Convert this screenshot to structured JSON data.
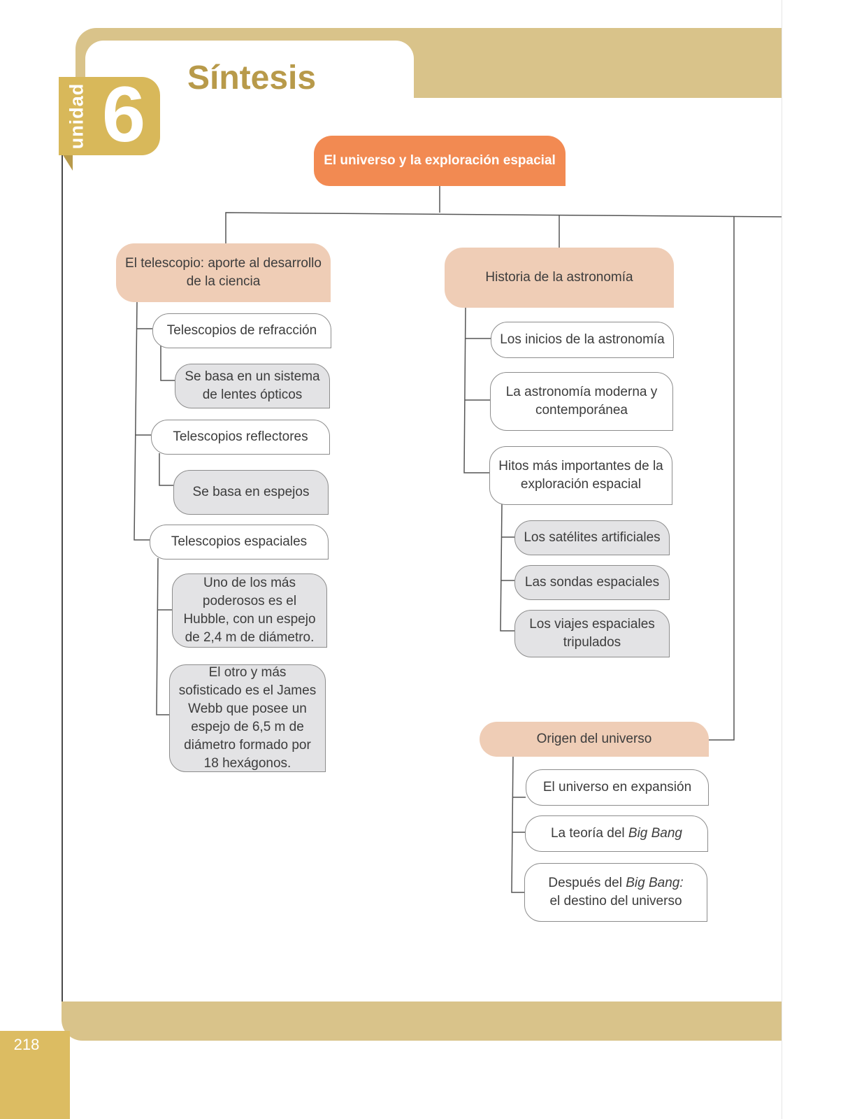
{
  "header": {
    "title": "Síntesis",
    "unit_label": "unidad",
    "unit_number": "6"
  },
  "footer": {
    "page_number": "218"
  },
  "diagram": {
    "root": "El universo y la exploración espacial",
    "branch_telescopio": {
      "title": "El telescopio: aporte al desarrollo de la ciencia",
      "refraccion": "Telescopios de refracción",
      "refraccion_detail": "Se basa en un sistema de lentes ópticos",
      "reflectores": "Telescopios reflectores",
      "reflectores_detail": "Se basa en espejos",
      "espaciales": "Telescopios espaciales",
      "espaciales_detail_1": "Uno de los más poderosos es el Hubble, con un espejo de 2,4 m de diámetro.",
      "espaciales_detail_2": "El otro y más sofisticado es el James Webb que posee un espejo de 6,5 m de diámetro formado por 18 hexágonos."
    },
    "branch_historia": {
      "title": "Historia de la astronomía",
      "inicios": "Los inicios de la astronomía",
      "moderna": "La astronomía moderna y contemporánea",
      "hitos": "Hitos más importantes de la exploración espacial",
      "satelites": "Los satélites artificiales",
      "sondas": "Las sondas espaciales",
      "viajes": "Los viajes espaciales tripulados"
    },
    "branch_origen": {
      "title": "Origen del universo",
      "expansion": "El universo en expansión",
      "teoria_prefix": "La teoría del ",
      "teoria_italic": "Big Bang",
      "despues_prefix": "Después del ",
      "despues_italic": "Big Bang:",
      "despues_suffix": "el destino del universo"
    }
  },
  "colors": {
    "accent_gold": "#d9c38a",
    "root_orange": "#f28a52",
    "branch_peach": "#efcdb6",
    "detail_gray": "#e3e3e5"
  }
}
